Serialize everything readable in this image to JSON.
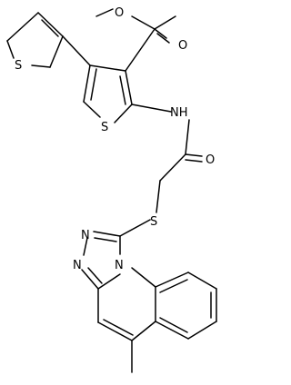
{
  "molecule": {
    "atoms": {
      "ester_O_methoxy": "O",
      "ester_O_carbonyl": "O",
      "thiophene_S_terminal": "S",
      "thiophene_S_core": "S",
      "amide_N": "NH",
      "amide_O": "O",
      "thioether_S": "S",
      "triazole_N_upper": "N",
      "triazole_N_lower": "N",
      "fused_N": "N"
    }
  }
}
